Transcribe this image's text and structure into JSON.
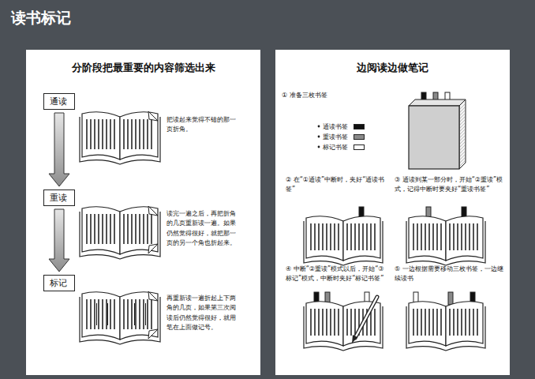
{
  "diagram": {
    "title": "读书标记",
    "nodes": [
      {
        "text": [
          "分阶段把最重要的内容筛选出来"
        ]
      },
      {
        "text": [
          "通读"
        ],
        "in": 0
      },
      {
        "text": [
          "重读"
        ],
        "in": 0
      },
      {
        "text": [
          "标记"
        ],
        "in": 0
      },
      {
        "text": [
          "边阅读边做笔记"
        ]
      }
    ],
    "edges": [
      {
        "from": 1,
        "to": 2,
        "arrow": "to"
      },
      {
        "from": 2,
        "to": 3,
        "arrow": "to"
      }
    ],
    "labels": [
      "把读起来觉得不错的那一页折角。",
      "读完一遍之后，再把折角的几页重新读一遍。如果仍然觉得很好，就把那一页的另一个角也折起来。",
      "再重新读一遍折起上下两角的几页，如果第三次阅读后仍然觉得很好，就用笔在上面做记号。",
      "① 准备三枚书签",
      "② 在“①通读”中断时，夹好“通读书签”",
      "③ 通读到某一部分时，开始“②重读”模式，记得中断时要夹好“重读书签”",
      "④ 中断“②重读”模式以后，开始“③标记”模式，中断时夹好“标记书签”",
      "⑤ 一边根据需要移动三枚书签，一边继续读书"
    ],
    "legend": [
      {
        "text": "通读书签",
        "color": "#111111"
      },
      {
        "text": "重读书签",
        "color": "#8a8a8a"
      },
      {
        "text": "标记书签",
        "color": "#ffffff"
      }
    ]
  }
}
